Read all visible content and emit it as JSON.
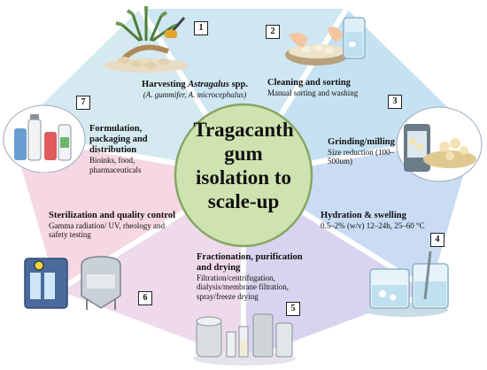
{
  "center_title": [
    "Tragacanth",
    "gum",
    "isolation to",
    "scale-up"
  ],
  "steps": [
    {
      "number": "1",
      "title_prefix": "Harvesting ",
      "title_italic": "Astragalus",
      "title_suffix": " spp.",
      "subtitle_italic": "(A. gummifer, A. microcephalus)",
      "icon": "astragalus-root-icon",
      "color": "#cfe6f3"
    },
    {
      "number": "2",
      "title": "Cleaning and sorting",
      "subtitle": "Manual sorting and washing",
      "icon": "hands-washing-icon",
      "color": "#c6e2f2"
    },
    {
      "number": "3",
      "title": "Grinding/milling",
      "subtitle": "Size reduction (100–500um)",
      "icon": "mill-grinder-icon",
      "color": "#c9dcf4"
    },
    {
      "number": "4",
      "title": "Hydration & swelling",
      "subtitle": "0.5–2% (w/v) 12–24h, 25–60 °C",
      "icon": "beaker-stirring-icon",
      "color": "#d9d3ef"
    },
    {
      "number": "5",
      "title": "Fractionation, purification and drying",
      "subtitle": "Filtration/centrifugation, dialysis/membrane filtration, spray/freeze drying",
      "icon": "lab-equipment-icon",
      "color": "#eedaea"
    },
    {
      "number": "6",
      "title": "Sterilization and quality control",
      "subtitle": "Gamma radiation/ UV, rheology and safety testing",
      "icon": "sterilizer-tank-icon",
      "color": "#f6d7e4"
    },
    {
      "number": "7",
      "title": "Formulation, packaging and distribution",
      "subtitle": "Bioinks, food, pharmaceuticals",
      "icon": "product-bottles-icon",
      "color": "#d5eaf0"
    }
  ],
  "colors": {
    "center_fill": "#cfe3b1",
    "center_stroke": "#86a663",
    "badge_border": "#222222"
  }
}
